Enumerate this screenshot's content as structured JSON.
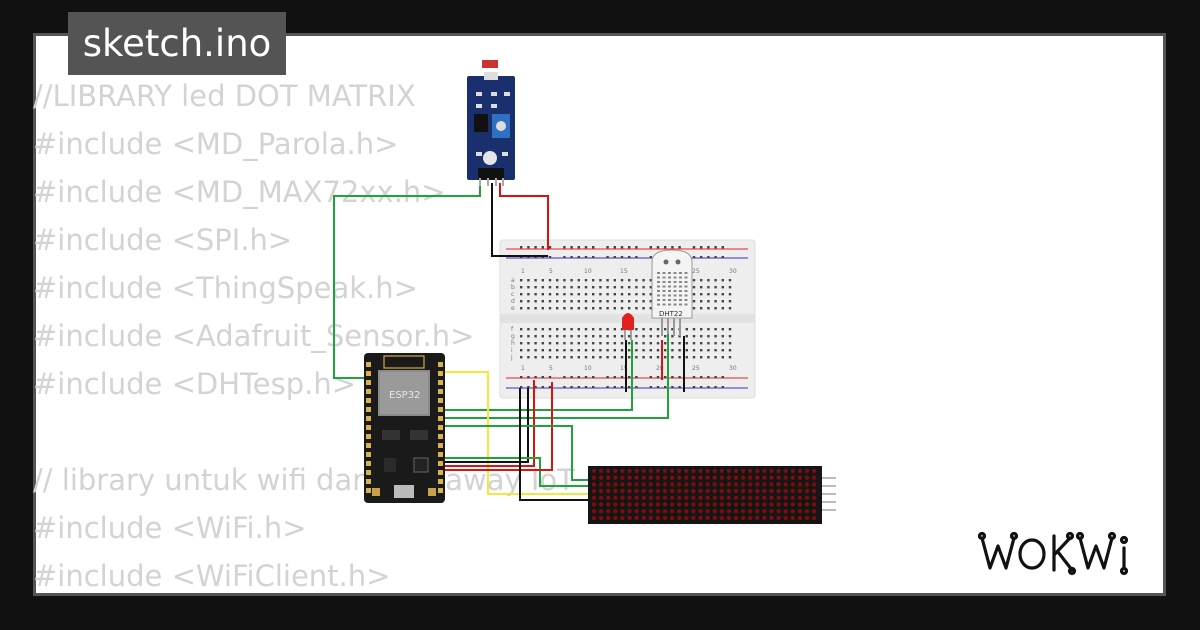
{
  "tab": {
    "filename": "sketch.ino"
  },
  "code_lines": [
    "//LIBRARY led DOT MATRIX",
    "#include <MD_Parola.h>",
    "#include <MD_MAX72xx.h>",
    "#include <SPI.h>",
    "#include <ThingSpeak.h>",
    "#include <Adafruit_Sensor.h>",
    "#include <DHTesp.h>",
    "",
    "// library untuk wifi dan gateaway IoT",
    "#include <WiFi.h>",
    "#include <WiFiClient.h>"
  ],
  "circuit": {
    "esp32_label": "ESP32",
    "dht_label": "DHT22",
    "breadboard_numbers": [
      "1",
      "5",
      "10",
      "15",
      "20",
      "25",
      "30"
    ],
    "breadboard_rows_top": [
      "a",
      "b",
      "c",
      "d",
      "e"
    ],
    "breadboard_rows_bottom": [
      "f",
      "g",
      "h",
      "i",
      "j"
    ]
  },
  "brand": {
    "logo_text": "WOKWI"
  },
  "colors": {
    "background": "#111111",
    "frame_border": "#555555",
    "code_text": "#d3d3d3",
    "tab_background": "#545454",
    "wire_green": "#1fa33a",
    "wire_red": "#e01010",
    "wire_black": "#111111",
    "wire_yellow": "#f5e83a",
    "sensor_board": "#1a2f6e",
    "esp32_board": "#1a1a1a",
    "matrix_board": "#151515"
  }
}
